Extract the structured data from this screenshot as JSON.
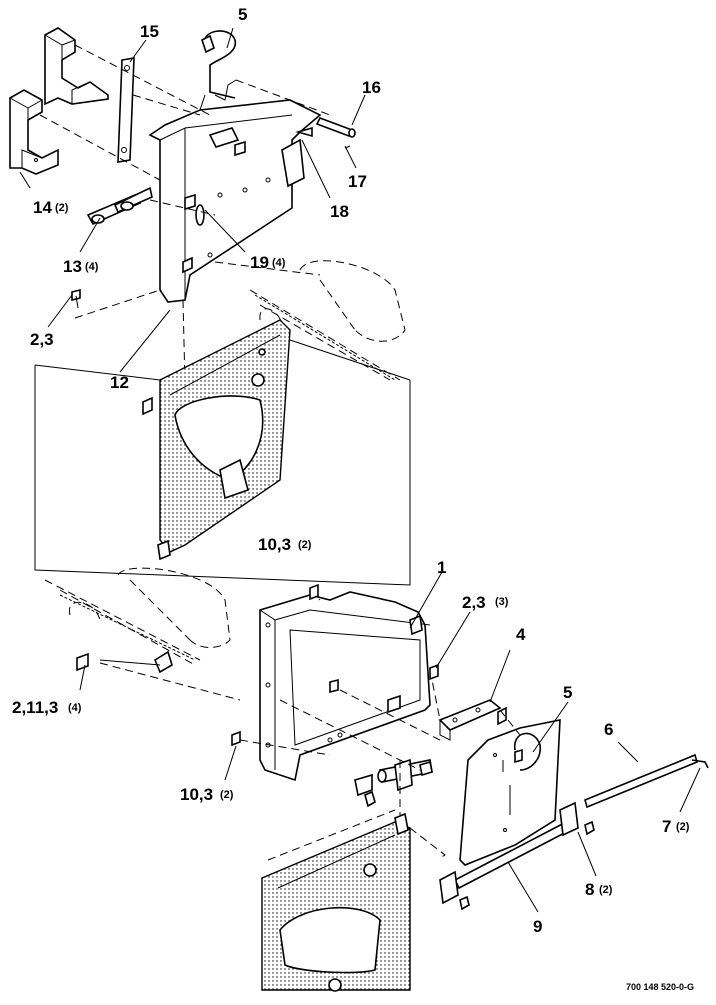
{
  "callouts": [
    {
      "id": "c1",
      "num": "1",
      "qty": ""
    },
    {
      "id": "c2",
      "num": "2,3",
      "qty": ""
    },
    {
      "id": "c3",
      "num": "2,3",
      "qty": "(3)"
    },
    {
      "id": "c4",
      "num": "4",
      "qty": ""
    },
    {
      "id": "c5a",
      "num": "5",
      "qty": ""
    },
    {
      "id": "c5b",
      "num": "5",
      "qty": ""
    },
    {
      "id": "c6",
      "num": "6",
      "qty": ""
    },
    {
      "id": "c7",
      "num": "7",
      "qty": "(2)"
    },
    {
      "id": "c8",
      "num": "8",
      "qty": "(2)"
    },
    {
      "id": "c9",
      "num": "9",
      "qty": ""
    },
    {
      "id": "c10a",
      "num": "10,3",
      "qty": "(2)"
    },
    {
      "id": "c10b",
      "num": "10,3",
      "qty": "(2)"
    },
    {
      "id": "c11",
      "num": "2,11,3",
      "qty": "(4)"
    },
    {
      "id": "c12",
      "num": "12",
      "qty": ""
    },
    {
      "id": "c13",
      "num": "13",
      "qty": "(4)"
    },
    {
      "id": "c14",
      "num": "14",
      "qty": "(2)"
    },
    {
      "id": "c15",
      "num": "15",
      "qty": ""
    },
    {
      "id": "c16",
      "num": "16",
      "qty": ""
    },
    {
      "id": "c17",
      "num": "17",
      "qty": ""
    },
    {
      "id": "c18",
      "num": "18",
      "qty": ""
    },
    {
      "id": "c19",
      "num": "19",
      "qty": "(4)"
    }
  ],
  "drawing_number": "700 148 520-0-G"
}
